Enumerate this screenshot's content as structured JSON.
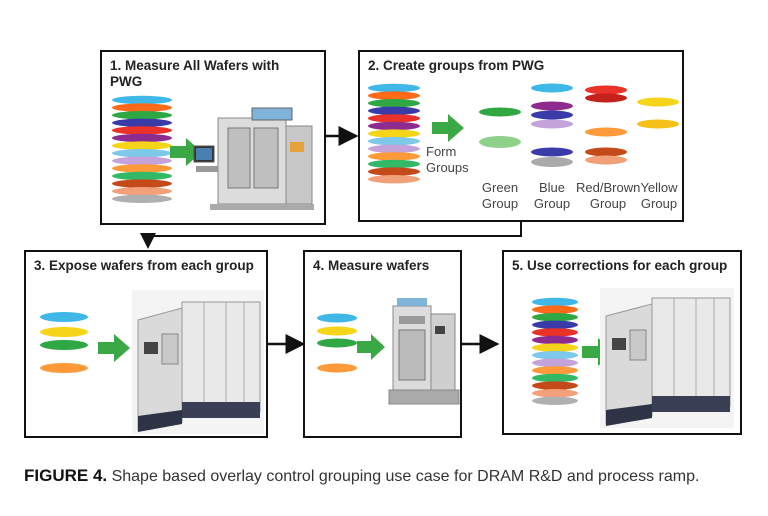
{
  "steps": [
    {
      "title_line1": "1. Measure All Wafers with",
      "title_line2": "PWG"
    },
    {
      "title": "2. Create groups from PWG"
    },
    {
      "title": "3. Expose wafers from each group"
    },
    {
      "title": "4. Measure wafers"
    },
    {
      "title": "5. Use corrections for each group"
    }
  ],
  "form_groups": {
    "line1": "Form",
    "line2": "Groups"
  },
  "groups": [
    {
      "line1": "Green",
      "line2": "Group"
    },
    {
      "line1": "Blue",
      "line2": "Group"
    },
    {
      "line1": "Red/Brown",
      "line2": "Group"
    },
    {
      "line1": "Yellow",
      "line2": "Group"
    }
  ],
  "caption": {
    "label": "FIGURE 4.",
    "text": " Shape based overlay control grouping use case for DRAM R&D and process ramp."
  },
  "colors": {
    "stack": [
      "#3fb8e8",
      "#ff6a1a",
      "#2fa844",
      "#3a3aa8",
      "#e8322a",
      "#8e2b8e",
      "#f5d41a",
      "#7ec8ea",
      "#c3a3d9",
      "#ff9a3a",
      "#33b865",
      "#c44a1a",
      "#f2a07a",
      "#b0b0b0"
    ],
    "arrow_green": "#3aa845",
    "border": "#111111"
  }
}
